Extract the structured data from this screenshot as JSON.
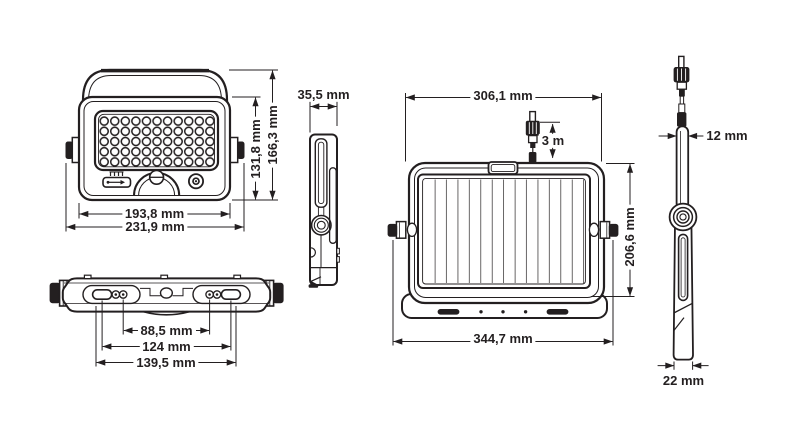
{
  "drawing": {
    "type": "technical-dimension-drawing",
    "subject": "solar LED floodlight with detached solar panel",
    "unit": "mm"
  },
  "colors": {
    "line": "#231f20",
    "background": "#ffffff"
  },
  "views": {
    "floodlight_front": {
      "dims": {
        "inner_width": "193,8 mm",
        "outer_width": "231,9 mm",
        "inner_height": "131,8 mm",
        "outer_height": "166,3 mm"
      }
    },
    "floodlight_side": {
      "dims": {
        "depth": "35,5 mm"
      }
    },
    "floodlight_bottom": {
      "dims": {
        "hole_spacing_inner": "88,5 mm",
        "hole_spacing_mid": "124 mm",
        "hole_spacing_outer": "139,5 mm"
      }
    },
    "solar_panel_front": {
      "dims": {
        "top_width": "306,1 mm",
        "cable_length": "3 m",
        "height": "206,6 mm",
        "bottom_width": "344,7 mm"
      }
    },
    "solar_panel_side": {
      "dims": {
        "top_thickness": "12 mm",
        "bottom_thickness": "22 mm"
      }
    }
  }
}
